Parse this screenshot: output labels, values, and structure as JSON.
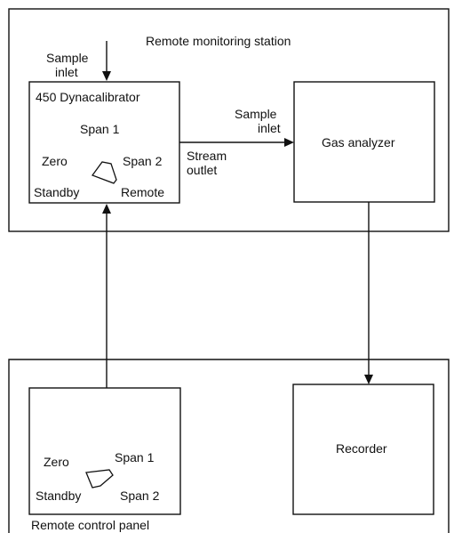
{
  "station": {
    "title": "Remote monitoring station",
    "sample_inlet_line1": "Sample",
    "sample_inlet_line2": "inlet"
  },
  "calibrator": {
    "title": "450 Dynacalibrator",
    "span1": "Span 1",
    "zero": "Zero",
    "span2": "Span 2",
    "standby": "Standby",
    "remote": "Remote"
  },
  "stream_outlet": {
    "line1": "Stream",
    "line2": "outlet"
  },
  "analyzer": {
    "inlet_line1": "Sample",
    "inlet_line2": "inlet",
    "title": "Gas analyzer"
  },
  "control_panel": {
    "zero": "Zero",
    "span1": "Span 1",
    "standby": "Standby",
    "span2": "Span 2",
    "caption": "Remote control panel"
  },
  "recorder": {
    "title": "Recorder"
  }
}
